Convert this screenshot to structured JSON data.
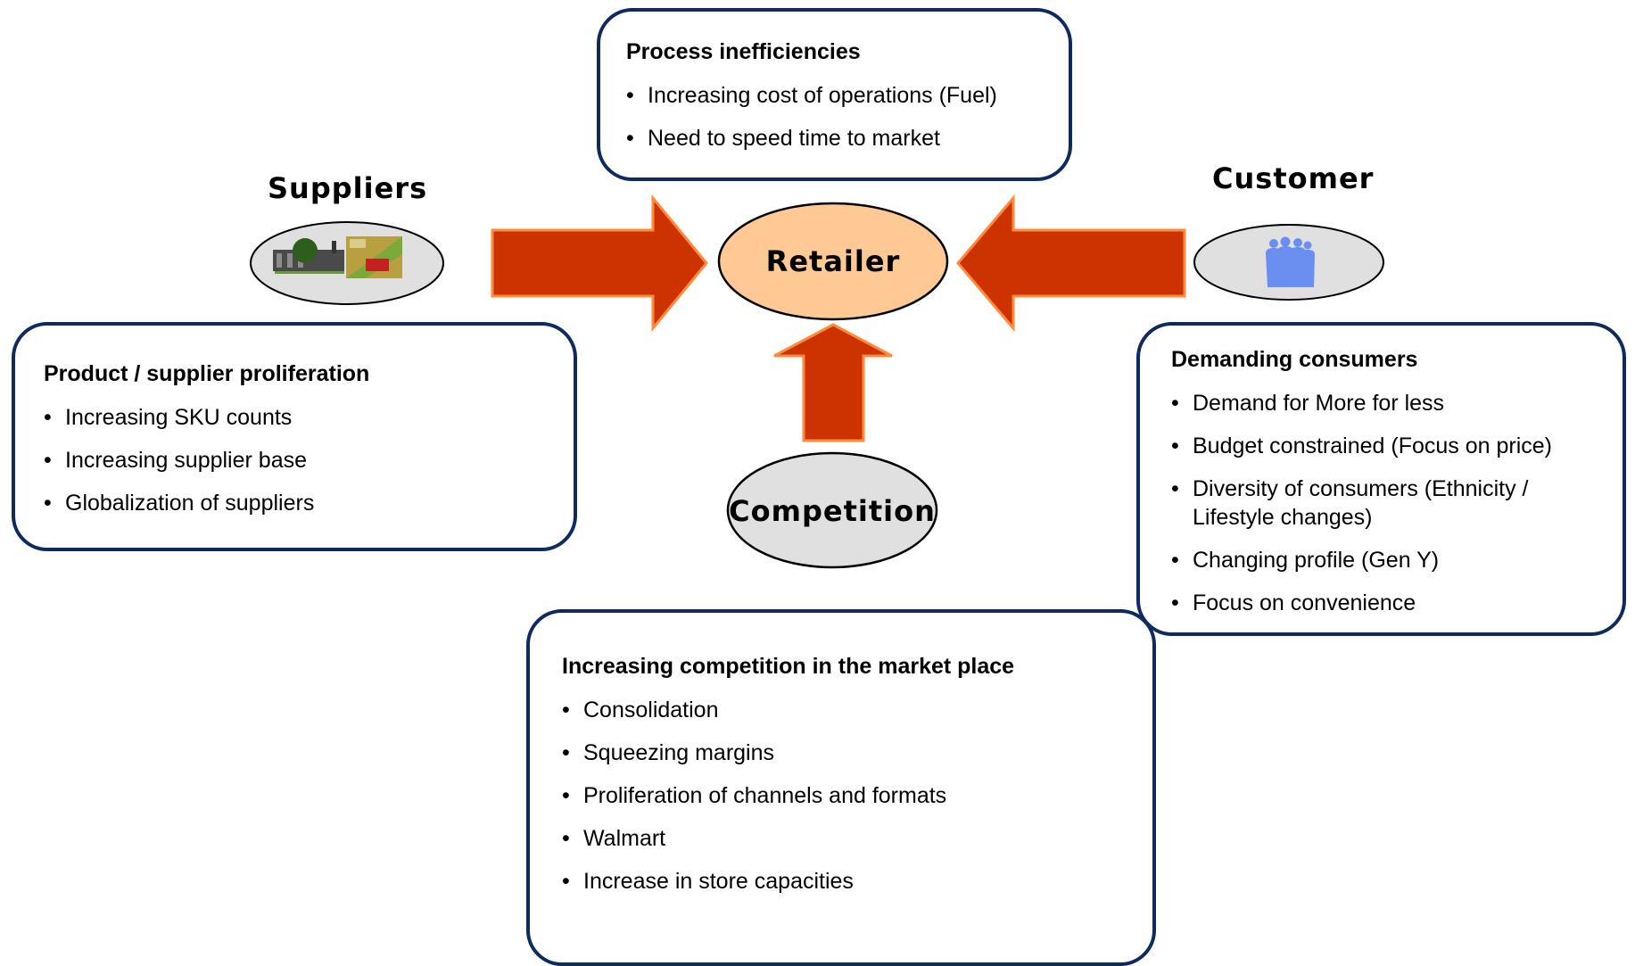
{
  "colors": {
    "arrow_fill": "#cc3300",
    "arrow_stroke": "#ff8a3c",
    "retailer_fill": "#ffc995",
    "ellipse_fill": "#e0e0e0",
    "box_border": "#0e2a5e",
    "customer_icon": "#6b8ff0"
  },
  "center": {
    "label": "Retailer"
  },
  "suppliers": {
    "label": "Suppliers",
    "icon": "supplier-factory-icon"
  },
  "customer": {
    "label": "Customer",
    "icon": "people-group-icon"
  },
  "competition": {
    "label": "Competition"
  },
  "process_box": {
    "title": "Process inefficiencies",
    "items": [
      "Increasing cost of operations (Fuel)",
      "Need to speed time to market"
    ]
  },
  "supplier_box": {
    "title": "Product / supplier proliferation",
    "items": [
      "Increasing SKU counts",
      "Increasing supplier base",
      "Globalization of suppliers"
    ]
  },
  "customer_box": {
    "title": "Demanding consumers",
    "items": [
      "Demand for More for less",
      "Budget constrained (Focus on price)",
      "Diversity of consumers (Ethnicity / Lifestyle changes)",
      "Changing profile (Gen Y)",
      "Focus on convenience"
    ]
  },
  "competition_box": {
    "title": "Increasing competition in the market place",
    "items": [
      "Consolidation",
      "Squeezing margins",
      "Proliferation of channels and formats",
      "Walmart",
      "Increase in store capacities"
    ]
  }
}
